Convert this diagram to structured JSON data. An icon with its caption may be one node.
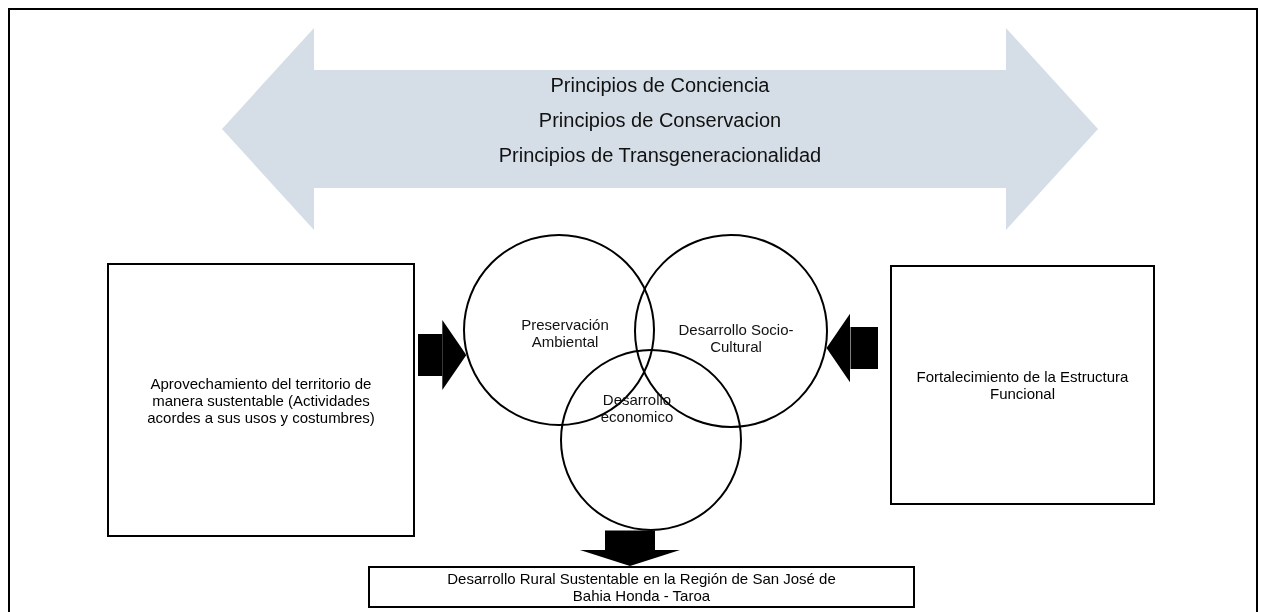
{
  "diagram": {
    "nodes": [
      {
        "text": [
          "Principios de Conciencia",
          "Principios de Conservacion",
          "Principios de Transgeneracionalidad"
        ]
      },
      {
        "text": [
          "Aprovechamiento del territorio de manera sustentable (Actividades acordes a sus usos y costumbres)"
        ]
      },
      {
        "text": [
          "Preservación Ambiental"
        ]
      },
      {
        "text": [
          "Desarrollo Socio-Cultural"
        ]
      },
      {
        "text": [
          "Desarrollo economico"
        ]
      },
      {
        "text": [
          "Fortalecimiento de la Estructura Funcional"
        ]
      },
      {
        "text": [
          "Desarrollo Rural Sustentable en la Región de San José de Bahia Honda - Taroa"
        ]
      }
    ],
    "edges": [
      {
        "from": 1,
        "to": 2,
        "arrow": "to"
      },
      {
        "from": 5,
        "to": 3,
        "arrow": "to"
      },
      {
        "from": 4,
        "to": 6,
        "arrow": "to"
      }
    ]
  }
}
